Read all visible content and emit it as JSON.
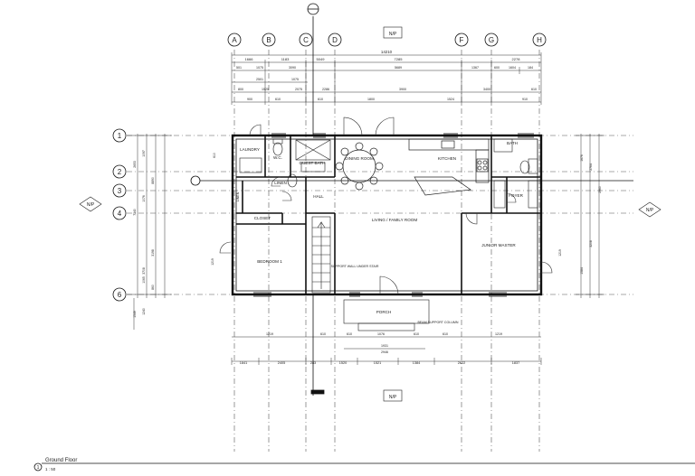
{
  "sheet": {
    "view_title": "Ground Floor",
    "view_scale": "1 : 50",
    "view_number": "1"
  },
  "grid": {
    "columns": [
      "A",
      "B",
      "C",
      "D",
      "F",
      "G",
      "H"
    ],
    "rows": [
      "1",
      "2",
      "3",
      "4",
      "6"
    ]
  },
  "rooms": {
    "laundry": "LAUNDRY",
    "wc": "W.C.",
    "guest_bath": "GUEST BATH",
    "linen_1": "LINEN",
    "linen_2": "LINEN",
    "hall": "HALL",
    "closet": "CLOSET",
    "bedroom": "BEDROOM 1",
    "dining": "DINING ROOM",
    "kitchen": "KITCHEN",
    "living": "LIVING / FAMILY ROOM",
    "bath": "BATH",
    "foyer": "FOYER",
    "junior_master": "JUNIOR MASTER",
    "porch": "PORCH",
    "support_wall_note": "SUPPORT WALL UNDER STAIR",
    "column_note": "BEAM SUPPORT COLUMN"
  },
  "tags": {
    "north": "N/P",
    "east": "N/P",
    "west": "N/P",
    "south": "N/P"
  },
  "dimensions": {
    "top_overall": "14210",
    "top_row2": [
      "1666",
      "1183",
      "5049",
      "7285",
      "2278"
    ],
    "top_row3": [
      "501",
      "1075",
      "3090",
      "5689",
      "1367",
      "600",
      "1604",
      "184"
    ],
    "top_row4": [
      "2501",
      "1075"
    ],
    "top_row5": [
      "800",
      "1525",
      "2075",
      "2286",
      "3900",
      "3400",
      "610"
    ],
    "top_openings": [
      "900",
      "610",
      "610",
      "1800",
      "1524",
      "910"
    ],
    "bottom_openings": [
      "1219",
      "610",
      "610",
      "1076",
      "610",
      "610",
      "1219"
    ],
    "bottom_center": [
      "1931",
      "2946"
    ],
    "bottom_row1": [
      "1841",
      "2405",
      "283",
      "1520",
      "1521",
      "1384",
      "2622",
      "1837"
    ],
    "left_stack": [
      "2653",
      "1097",
      "8890",
      "1076",
      "7340",
      "3708",
      "3198",
      "1065",
      "860",
      "1549",
      "1240"
    ],
    "right_stack": [
      "1676",
      "2764",
      "2960",
      "3208",
      "1584"
    ],
    "right_openings": [
      "1219"
    ],
    "left_openings": [
      "1219",
      "610"
    ]
  }
}
